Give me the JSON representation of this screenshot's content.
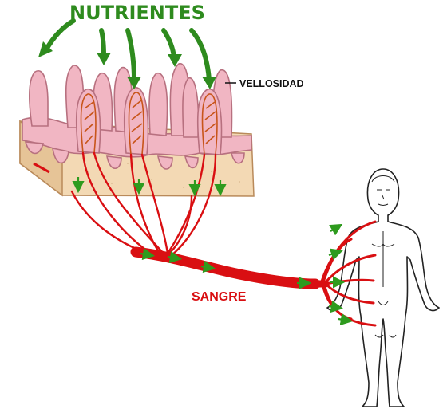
{
  "labels": {
    "nutrients": "NUTRIENTES",
    "villus": "VELLOSIDAD",
    "blood": "SANGRE"
  },
  "colors": {
    "nutrients": "#2e8b1e",
    "villus_tissue": "#f1b6c3",
    "villus_outline": "#b7707f",
    "wall": "#f3d9b4",
    "wall_side": "#e6c497",
    "blood": "#d90f12",
    "arrow": "#2e9b1e",
    "body_outline": "#222222"
  },
  "icons": [
    "nutrient-arrow-icon",
    "flow-arrow-icon",
    "human-body-icon"
  ]
}
